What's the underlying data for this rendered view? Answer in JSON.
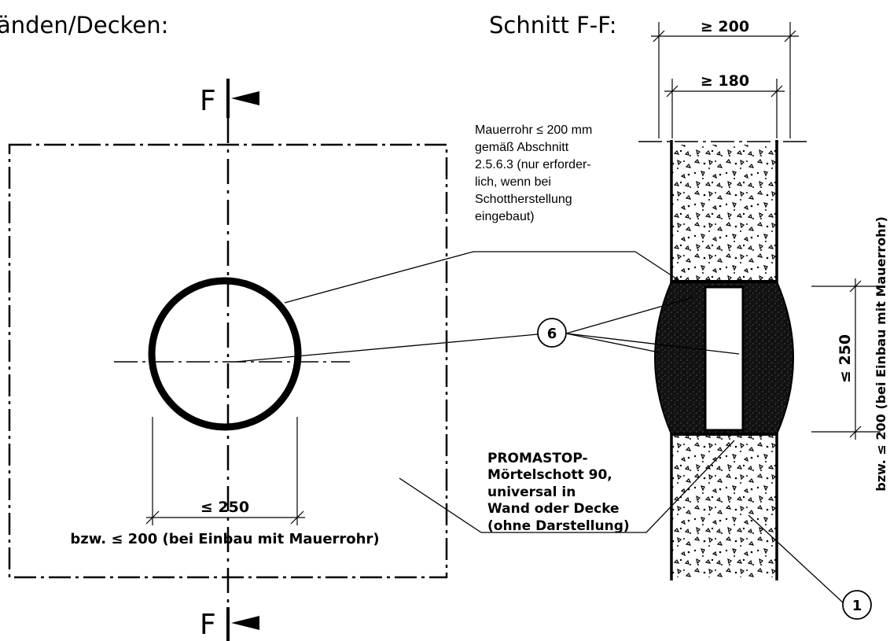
{
  "view": {
    "title": "änden/Decken:",
    "section_letter_top": "F",
    "section_letter_bottom": "F",
    "dim_diameter": "≤ 250",
    "dim_diameter_alt": "bzw. ≤ 200 (bei Einbau mit Mauerrohr)"
  },
  "section": {
    "title": "Schnitt F-F:",
    "dim_outer": "≥ 200",
    "dim_inner": "≥ 180",
    "dim_height": "≤ 250",
    "dim_height_alt": "bzw. ≤ 200 (bei Einbau mit Mauerrohr)",
    "note_lines": [
      "Mauerrohr ≤ 200 mm",
      "gemäß Abschnitt",
      "2.5.6.3 (nur erforder-",
      "lich, wenn bei",
      "Schottherstellung",
      "eingebaut)"
    ],
    "promastop_lines": [
      "PROMASTOP-",
      "Mörtelschott 90,",
      "universal in",
      "Wand oder Decke",
      "(ohne Darstellung)"
    ],
    "callout_6": "6",
    "callout_1": "1"
  }
}
